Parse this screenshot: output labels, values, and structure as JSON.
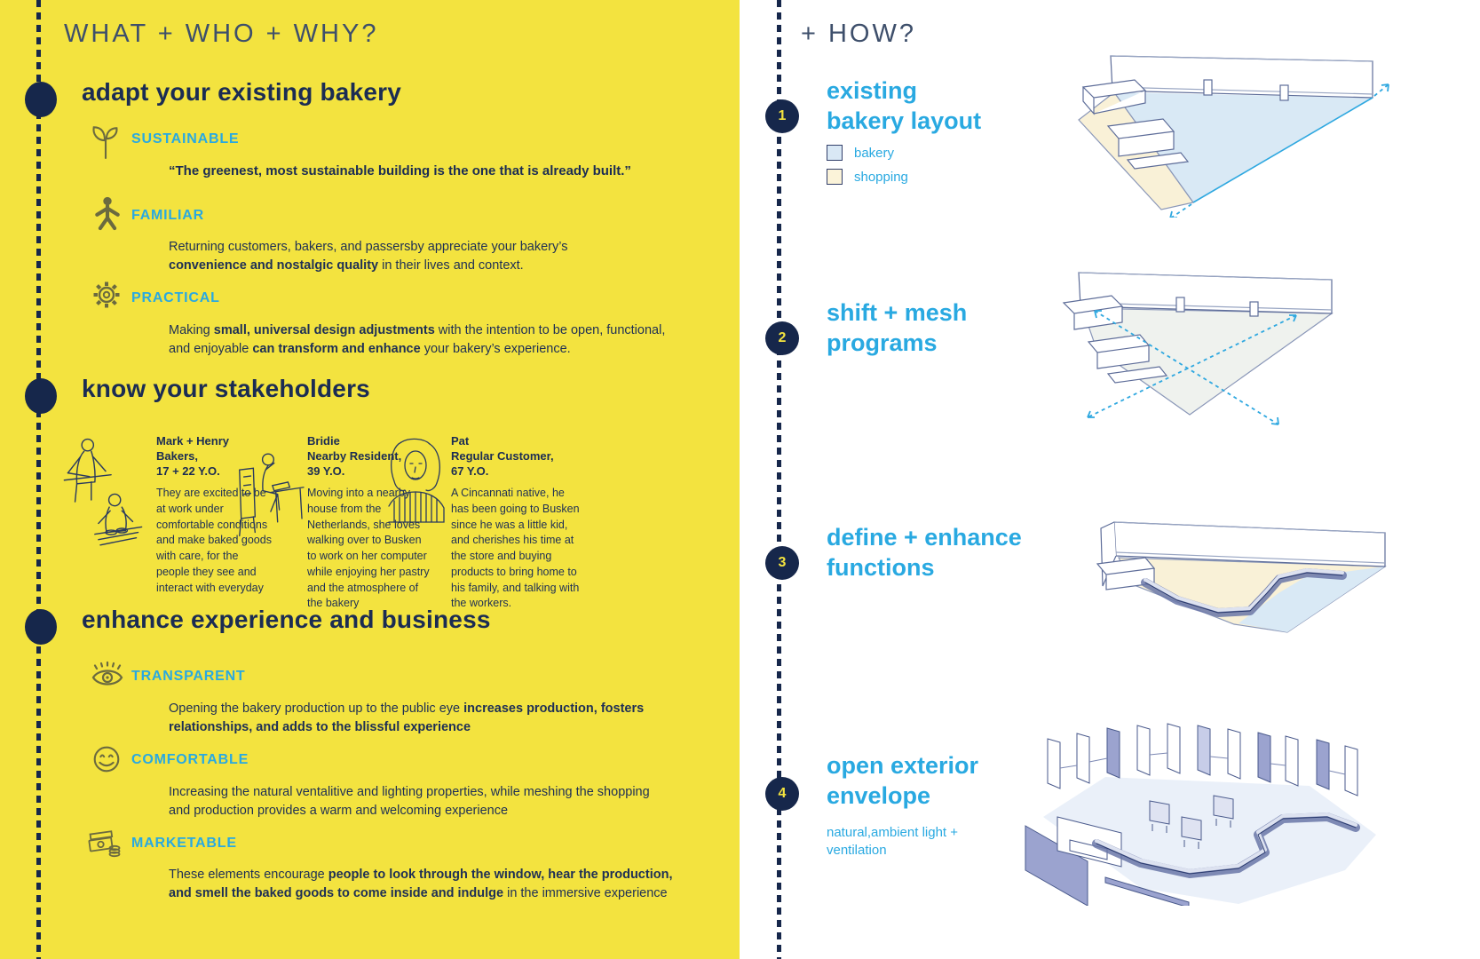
{
  "colors": {
    "yellow": "#F3E33F",
    "navy": "#1B2C53",
    "navy_dark": "#16274B",
    "muted_title": "#3E4F6B",
    "cyan": "#29A9E1",
    "olive_icon": "#6B6A3F",
    "bakery_fill": "#D9E8F5",
    "shopping_fill": "#FBF3D9",
    "drawing_line": "#5E6D99",
    "envelope_shade": "#9BA3CF"
  },
  "left_panel": {
    "title": "WHAT + WHO + WHY?",
    "section1": {
      "heading": "adapt your existing bakery",
      "items": [
        {
          "icon": "leaf-icon",
          "label": "SUSTAINABLE",
          "segments": [
            {
              "t": "“The greenest, most sustainable building is the one that is already built.”",
              "b": true
            }
          ]
        },
        {
          "icon": "person-icon",
          "label": "FAMILIAR",
          "segments": [
            {
              "t": "Returning customers, bakers, and passersby appreciate your bakery’s ",
              "b": false
            },
            {
              "t": "convenience and nostalgic quality",
              "b": true
            },
            {
              "t": " in their lives and context.",
              "b": false
            }
          ]
        },
        {
          "icon": "gear-icon",
          "label": "PRACTICAL",
          "segments": [
            {
              "t": "Making ",
              "b": false
            },
            {
              "t": "small, universal design adjustments",
              "b": true
            },
            {
              "t": " with the intention to be open, functional, and enjoyable ",
              "b": false
            },
            {
              "t": "can transform and enhance",
              "b": true
            },
            {
              "t": " your bakery’s experience.",
              "b": false
            }
          ]
        }
      ]
    },
    "section2": {
      "heading": "know your stakeholders",
      "personas": [
        {
          "illustration": "bakers-at-work-sketch",
          "name": "Mark + Henry\nBakers,\n17 + 22 Y.O.",
          "bio": "They are excited to be at work under comfortable conditions and make baked goods with care, for the people they see and interact with everyday"
        },
        {
          "illustration": "resident-with-laptop-sketch",
          "name": "Bridie\nNearby Resident,\n39 Y.O.",
          "bio": "Moving into a nearby house from the Netherlands, she loves walking over to Busken to work on her computer while enjoying her pastry and the atmosphere of the bakery"
        },
        {
          "illustration": "elderly-customer-portrait-sketch",
          "name": "Pat\nRegular Customer,\n67 Y.O.",
          "bio": "A Cincannati native, he has been going to Busken since he was a little kid, and cherishes his time at the store and buying products to bring home to his family, and talking with the workers."
        }
      ]
    },
    "section3": {
      "heading": "enhance experience and business",
      "items": [
        {
          "icon": "eye-icon",
          "label": "TRANSPARENT",
          "segments": [
            {
              "t": "Opening the bakery production up to the public eye ",
              "b": false
            },
            {
              "t": "increases production, fosters relationships, and adds to the blissful experience",
              "b": true
            }
          ]
        },
        {
          "icon": "smiley-icon",
          "label": "COMFORTABLE",
          "segments": [
            {
              "t": "Increasing the natural ventalitive and lighting properties, while meshing the shopping and production provides a warm and welcoming experience",
              "b": false
            }
          ]
        },
        {
          "icon": "money-icon",
          "label": "MARKETABLE",
          "segments": [
            {
              "t": "These elements encourage ",
              "b": false
            },
            {
              "t": "people to look through the window, hear the production, and smell the baked goods to come inside and indulge",
              "b": true
            },
            {
              "t": " in the immersive experience",
              "b": false
            }
          ]
        }
      ]
    }
  },
  "right_panel": {
    "title": "+  HOW?",
    "steps": [
      {
        "number": "1",
        "title": "existing\nbakery layout",
        "drawing": "existing-layout-axon",
        "legend": [
          {
            "label": "bakery",
            "fill": "#D9E8F5"
          },
          {
            "label": "shopping",
            "fill": "#FBF3D9"
          }
        ]
      },
      {
        "number": "2",
        "title": "shift + mesh\nprograms",
        "drawing": "shift-mesh-axon"
      },
      {
        "number": "3",
        "title": "define + enhance\nfunctions",
        "drawing": "define-enhance-axon"
      },
      {
        "number": "4",
        "title": "open exterior\nenvelope",
        "subtitle": "natural,ambient light +\nventilation",
        "drawing": "open-envelope-axon"
      }
    ]
  }
}
